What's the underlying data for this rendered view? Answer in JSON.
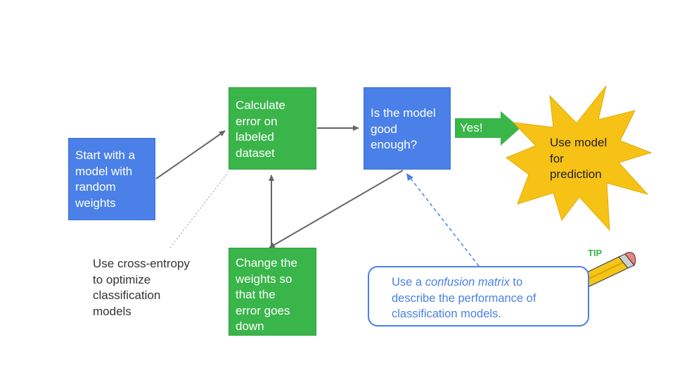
{
  "nodes": {
    "start": "Start with a\nmodel with\nrandom\nweights",
    "calculate": "Calculate\nerror on\nlabeled\ndataset",
    "good_enough": "Is the model\ngood\nenough?",
    "change": "Change the\nweights so\nthat the\nerror goes\ndown",
    "predict": "Use model\nfor\nprediction"
  },
  "yes_label": "Yes!",
  "cross_entropy_note": "Use cross-entropy\nto optimize\nclassification\nmodels",
  "tip": {
    "label": "TIP",
    "text_before": "Use a ",
    "text_emphasis": "confusion matrix",
    "text_after": " to\ndescribe the performance of\nclassification models."
  },
  "colors": {
    "blue": "#4a80e8",
    "green": "#3ab54a",
    "burst": "#f7c216",
    "arrow": "#666666",
    "dashed_blue": "#4a80e8",
    "pencil_body": "#f5c518",
    "pencil_eraser": "#f08080"
  },
  "icons": {
    "burst": "starburst-shape",
    "pencil": "pencil-icon"
  }
}
